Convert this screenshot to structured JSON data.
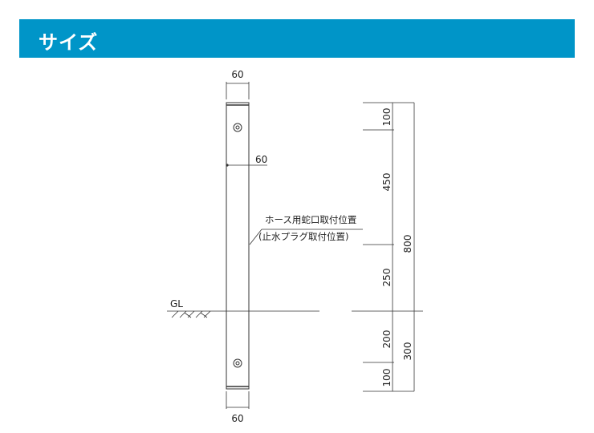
{
  "header": {
    "title": "サイズ",
    "background_color": "#0095c8"
  },
  "drawing": {
    "top_width": "60",
    "bottom_width": "60",
    "side_depth": "60",
    "ground_label": "GL",
    "note_line1": "ホース用蛇口取付位置",
    "note_line2": "(止水プラグ取付位置)",
    "dim_100_top": "100",
    "dim_450": "450",
    "dim_250": "250",
    "dim_200": "200",
    "dim_100_bottom": "100",
    "dim_800": "800",
    "dim_300": "300"
  }
}
